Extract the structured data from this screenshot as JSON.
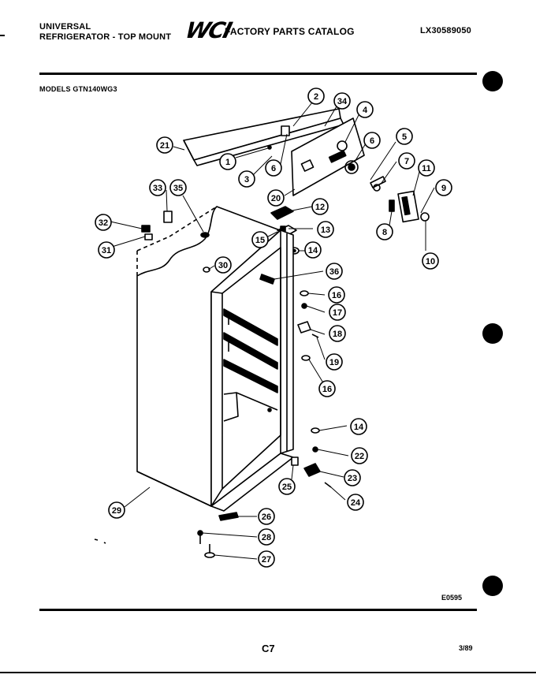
{
  "header": {
    "brand_line1": "UNIVERSAL",
    "brand_line2": "REFRIGERATOR - TOP MOUNT",
    "logo": "WCI",
    "catalog_title": "FACTORY PARTS CATALOG",
    "doc_number": "LX30589050"
  },
  "models_label": "MODELS GTN140WG3",
  "figure_code": "E0595",
  "page_number": "C7",
  "date": "3/89",
  "callouts": [
    {
      "id": "c2",
      "label": "2"
    },
    {
      "id": "c34",
      "label": "34"
    },
    {
      "id": "c4",
      "label": "4"
    },
    {
      "id": "c6a",
      "label": "6"
    },
    {
      "id": "c5",
      "label": "5"
    },
    {
      "id": "c7",
      "label": "7"
    },
    {
      "id": "c11",
      "label": "11"
    },
    {
      "id": "c9",
      "label": "9"
    },
    {
      "id": "c21",
      "label": "21"
    },
    {
      "id": "c1",
      "label": "1"
    },
    {
      "id": "c6b",
      "label": "6"
    },
    {
      "id": "c3",
      "label": "3"
    },
    {
      "id": "c20",
      "label": "20"
    },
    {
      "id": "c12",
      "label": "12"
    },
    {
      "id": "c33",
      "label": "33"
    },
    {
      "id": "c35",
      "label": "35"
    },
    {
      "id": "c8",
      "label": "8"
    },
    {
      "id": "c10",
      "label": "10"
    },
    {
      "id": "c32",
      "label": "32"
    },
    {
      "id": "c13",
      "label": "13"
    },
    {
      "id": "c15",
      "label": "15"
    },
    {
      "id": "c31",
      "label": "31"
    },
    {
      "id": "c14a",
      "label": "14"
    },
    {
      "id": "c30",
      "label": "30"
    },
    {
      "id": "c36",
      "label": "36"
    },
    {
      "id": "c16a",
      "label": "16"
    },
    {
      "id": "c17",
      "label": "17"
    },
    {
      "id": "c18",
      "label": "18"
    },
    {
      "id": "c19",
      "label": "19"
    },
    {
      "id": "c16b",
      "label": "16"
    },
    {
      "id": "c14b",
      "label": "14"
    },
    {
      "id": "c22",
      "label": "22"
    },
    {
      "id": "c23",
      "label": "23"
    },
    {
      "id": "c25",
      "label": "25"
    },
    {
      "id": "c24",
      "label": "24"
    },
    {
      "id": "c29",
      "label": "29"
    },
    {
      "id": "c26",
      "label": "26"
    },
    {
      "id": "c28",
      "label": "28"
    },
    {
      "id": "c27",
      "label": "27"
    }
  ]
}
